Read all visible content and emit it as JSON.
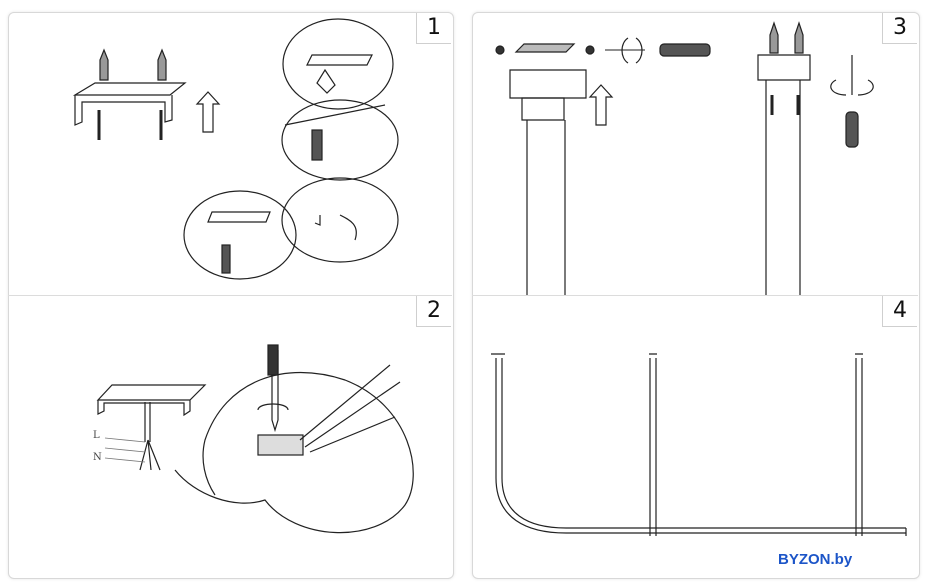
{
  "steps": [
    {
      "number": "1"
    },
    {
      "number": "2",
      "wire_labels": {
        "live": "L",
        "neutral": "N"
      }
    },
    {
      "number": "3"
    },
    {
      "number": "4"
    }
  ],
  "watermark": "BYZON.by",
  "colors": {
    "line": "#222222",
    "watermark": "#1c55c8",
    "border": "#d8d8d8"
  }
}
